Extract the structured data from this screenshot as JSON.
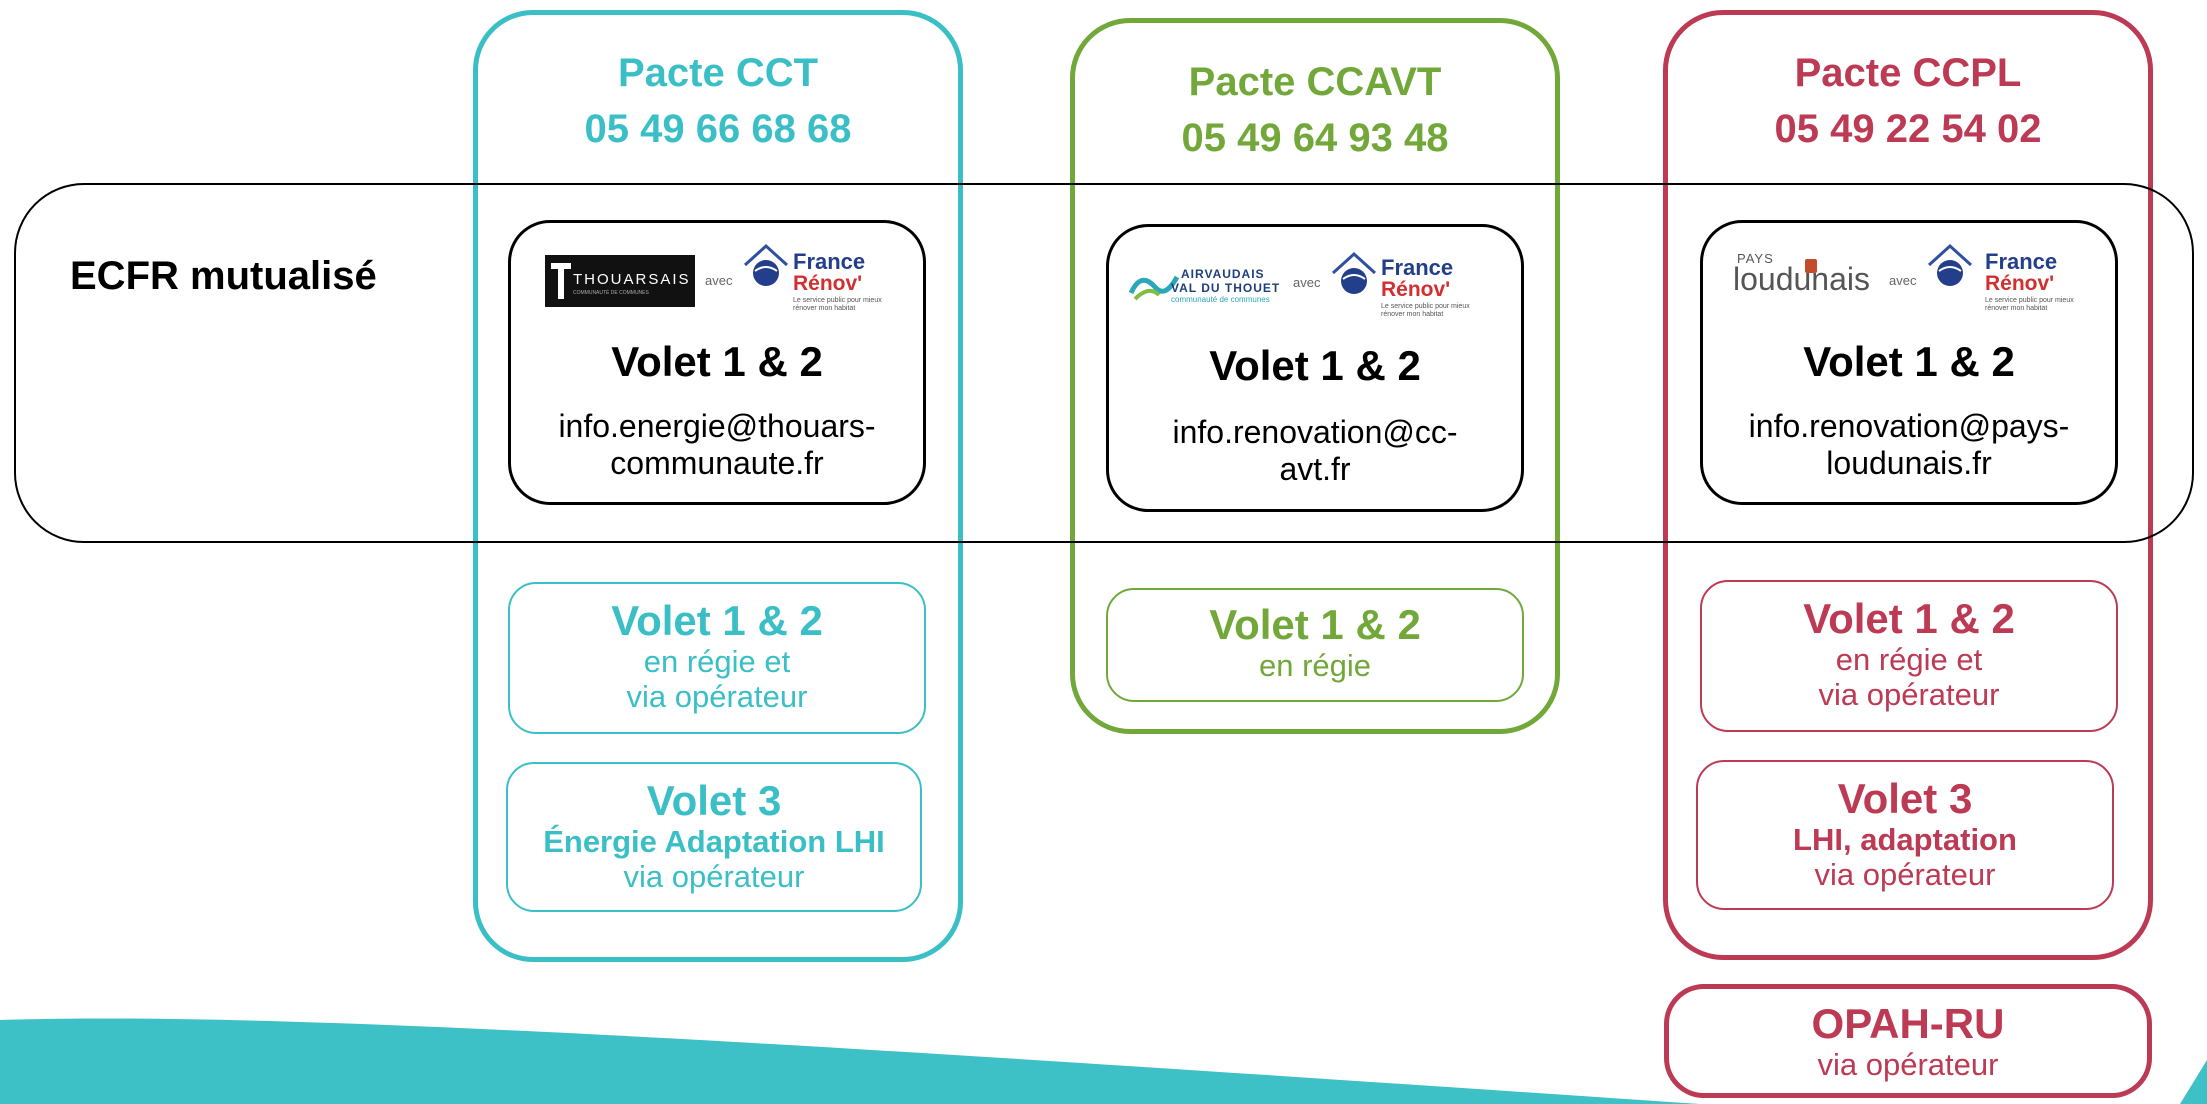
{
  "colors": {
    "cct": "#3bbfc6",
    "ccavt": "#72a83a",
    "ccpl": "#bc3a54",
    "teal_bg": "#3ec0c7"
  },
  "ecfr_label": "ECFR mutualisé",
  "logos": {
    "avec": "avec",
    "france": "France",
    "renov": "Rénov'",
    "renov_tagline": "Le service public pour mieux rénover mon habitat",
    "thouarsais": "THOUARSAIS",
    "thouarsais_sub": "COMMUNAUTÉ DE COMMUNES",
    "airvaudais_1": "AIRVAUDAIS",
    "airvaudais_2": "VAL DU THOUET",
    "airvaudais_3": "communauté de communes",
    "pays": "PAYS",
    "loudunais": "loudunais"
  },
  "columns": {
    "cct": {
      "title": "Pacte CCT",
      "phone": "05 49 66 68 68",
      "ecfr_title": "Volet 1 & 2",
      "email_1": "info.energie@thouars-",
      "email_2": "communaute.fr",
      "box1_title": "Volet 1 & 2",
      "box1_line1": "en régie et",
      "box1_line2": "via opérateur",
      "box2_title": "Volet 3",
      "box2_bold": "Énergie Adaptation LHI",
      "box2_line": "via opérateur"
    },
    "ccavt": {
      "title": "Pacte CCAVT",
      "phone": "05 49 64 93 48",
      "ecfr_title": "Volet 1 & 2",
      "email_1": "info.renovation@cc-",
      "email_2": "avt.fr",
      "box1_title": "Volet 1 & 2",
      "box1_line1": "en régie"
    },
    "ccpl": {
      "title": "Pacte CCPL",
      "phone": "05 49 22 54 02",
      "ecfr_title": "Volet 1 & 2",
      "email_1": "info.renovation@pays-",
      "email_2": "loudunais.fr",
      "box1_title": "Volet 1 & 2",
      "box1_line1": "en régie et",
      "box1_line2": "via opérateur",
      "box2_title": "Volet 3",
      "box2_bold": "LHI, adaptation",
      "box2_line": "via opérateur",
      "box3_title": "OPAH-RU",
      "box3_line": "via opérateur"
    }
  }
}
